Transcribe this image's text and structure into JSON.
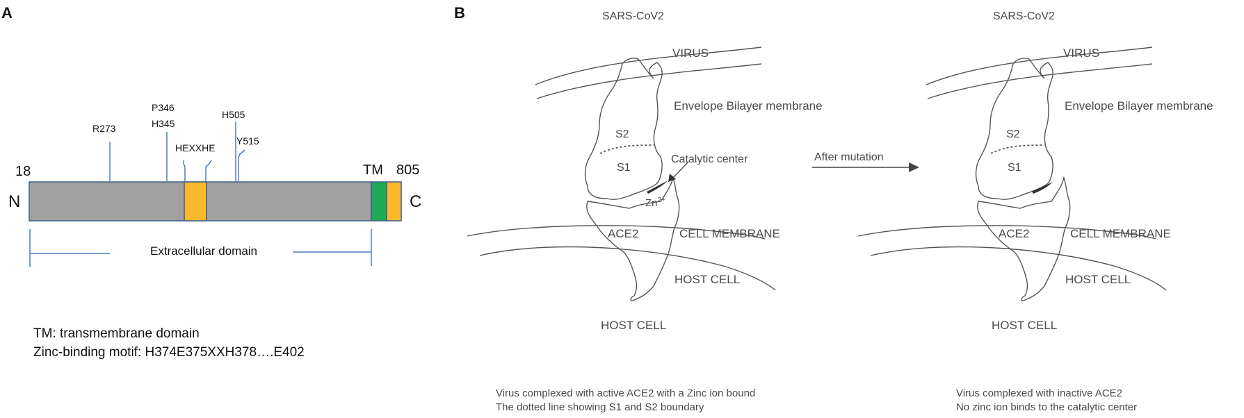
{
  "panel_a": {
    "label": "A",
    "end_n": "N",
    "end_c": "C",
    "start_residue": "18",
    "end_residue": "805",
    "tm_label": "TM",
    "residues": {
      "r273": "R273",
      "p346": "P346",
      "h345": "H345",
      "hexxhe": "HEXXHE",
      "h505": "H505",
      "y515": "Y515"
    },
    "domain_label": "Extracellular domain",
    "legend_line1": "TM: transmembrane domain",
    "legend_line2": "Zinc-binding motif: H374E375XXH378….E402",
    "colors": {
      "protein_body": "#a0a0a0",
      "zinc_motif": "#f9b92b",
      "transmembrane": "#1faa55",
      "cytoplasmic_tail": "#f9b92b",
      "guide_lines": "#4a7dc0"
    }
  },
  "panel_b": {
    "label": "B",
    "arrow_label": "After mutation",
    "left": {
      "title": "SARS-CoV2",
      "virus": "VIRUS",
      "envelope": "Envelope Bilayer membrane",
      "s2": "S2",
      "s1": "S1",
      "catalytic": "Catalytic center",
      "zinc": "Zn",
      "zinc_sup": "2+",
      "ace2": "ACE2",
      "cell_membrane": "CELL MEMBRANE",
      "host_cell_side": "HOST CELL",
      "host_cell_bottom": "HOST CELL",
      "caption_line1": "Virus complexed with active ACE2 with a Zinc ion bound",
      "caption_line2": "The dotted line showing S1 and S2 boundary"
    },
    "right": {
      "title": "SARS-CoV2",
      "virus": "VIRUS",
      "envelope": "Envelope Bilayer membrane",
      "s2": "S2",
      "s1": "S1",
      "ace2": "ACE2",
      "cell_membrane": "CELL MEMBRANE",
      "host_cell_side": "HOST CELL",
      "host_cell_bottom": "HOST CELL",
      "caption_line1": "Virus complexed with inactive ACE2",
      "caption_line2": "No zinc ion binds to the catalytic center"
    }
  }
}
